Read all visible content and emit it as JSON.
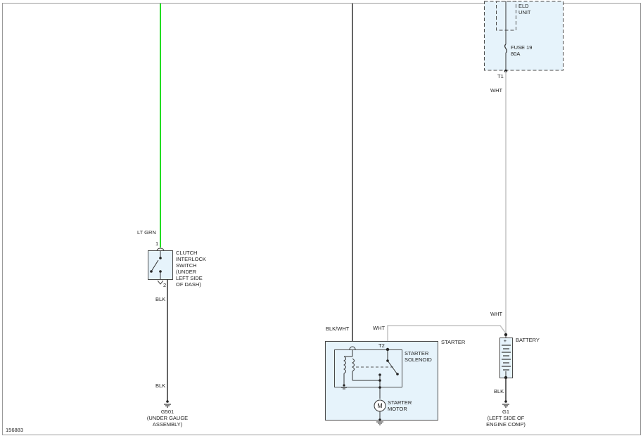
{
  "diagram_id": "156883",
  "colors": {
    "frame": "#9a9a9a",
    "wire_black": "#333333",
    "wire_green": "#22dd22",
    "wire_white": "#c4c4c4",
    "component_fill": "#e6f3fb",
    "component_stroke": "#4a4a4a"
  },
  "wires": {
    "lt_grn": "LT GRN",
    "blk_switch": "BLK",
    "blk_ground_left": "BLK",
    "blk_wht": "BLK/WHT",
    "wht_starter": "WHT",
    "wht_top": "WHT",
    "wht_battery": "WHT",
    "blk_battery": "BLK"
  },
  "clutch_switch": {
    "pin1": "1",
    "pin2": "2",
    "label_lines": [
      "CLUTCH",
      "INTERLOCK",
      "SWITCH",
      "(UNDER",
      "LEFT SIDE",
      "OF DASH)"
    ]
  },
  "ground_g501": {
    "name": "G501",
    "label_lines": [
      "(UNDER GAUGE",
      "ASSEMBLY)"
    ]
  },
  "eld": {
    "label_lines": [
      "ELD",
      "UNIT"
    ],
    "fuse_lines": [
      "FUSE 19",
      "80A"
    ],
    "terminal": "T1"
  },
  "starter": {
    "name": "STARTER",
    "terminal": "T2",
    "solenoid_lines": [
      "STARTER",
      "SOLENOID"
    ],
    "motor_lines": [
      "STARTER",
      "MOTOR"
    ],
    "motor_symbol": "M"
  },
  "battery": {
    "name": "BATTERY",
    "plus": "+"
  },
  "ground_g1": {
    "name": "G1",
    "label_lines": [
      "(LEFT SIDE OF",
      "ENGINE COMP)"
    ]
  }
}
